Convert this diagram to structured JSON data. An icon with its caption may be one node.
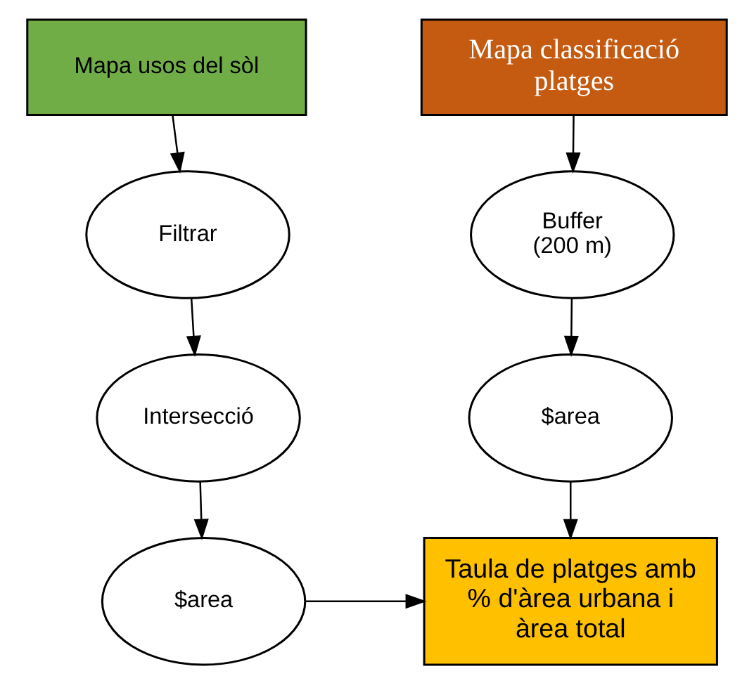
{
  "diagram": {
    "nodes": [
      {
        "text": [
          "Mapa classificació platges"
        ]
      },
      {
        "text": [
          "Buffer (200 m)"
        ]
      },
      {
        "text": [
          "$area"
        ]
      },
      {
        "text": [
          "Taula de platges amb % d'àrea urbana i àrea total"
        ]
      },
      {
        "text": [
          "Mapa usos del sòl"
        ]
      },
      {
        "text": [
          "Filtrar"
        ]
      },
      {
        "text": [
          "Intersecció"
        ]
      },
      {
        "text": [
          "$area"
        ]
      }
    ],
    "edges": [
      {
        "from": 0,
        "to": 1,
        "arrow": "to"
      },
      {
        "from": 1,
        "to": 2,
        "arrow": "to"
      },
      {
        "from": 2,
        "to": 3,
        "arrow": "to"
      },
      {
        "from": 4,
        "to": 5,
        "arrow": "to"
      },
      {
        "from": 5,
        "to": 6,
        "arrow": "to"
      },
      {
        "from": 6,
        "to": 7,
        "arrow": "to"
      },
      {
        "from": 7,
        "to": 3,
        "arrow": "to"
      }
    ]
  }
}
